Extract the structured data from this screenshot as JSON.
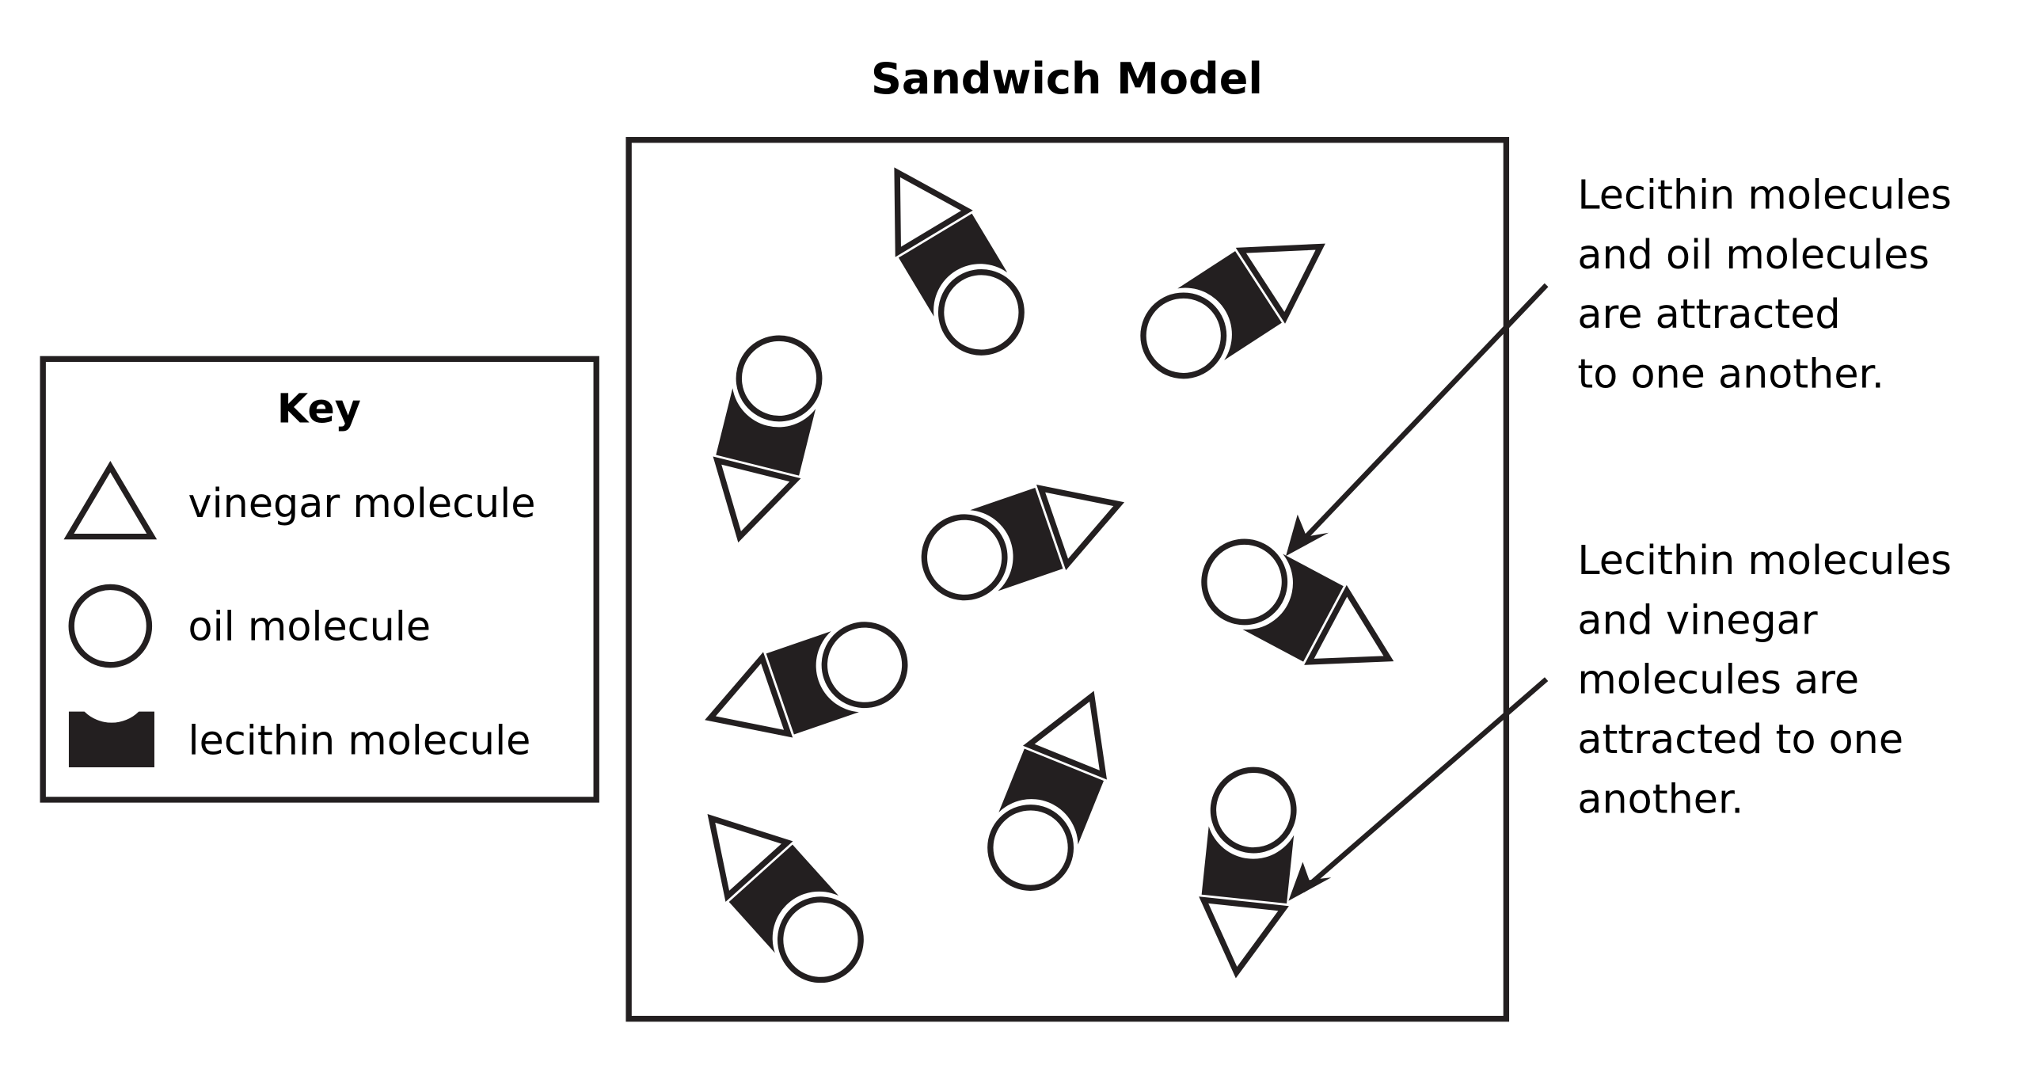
{
  "title": "Sandwich Model",
  "key": {
    "heading": "Key",
    "items": [
      {
        "icon": "triangle-icon",
        "label": "vinegar molecule"
      },
      {
        "icon": "circle-icon",
        "label": "oil molecule"
      },
      {
        "icon": "lecithin-icon",
        "label": "lecithin molecule"
      }
    ]
  },
  "model": {
    "molecule_groups": 9,
    "group_composition": [
      "oil molecule",
      "lecithin molecule",
      "vinegar molecule"
    ]
  },
  "annotations": [
    {
      "lines": [
        "Lecithin molecules",
        "and oil molecules",
        "are attracted",
        "to one another."
      ],
      "points_to": "lecithin-oil contact"
    },
    {
      "lines": [
        "Lecithin molecules",
        "and vinegar",
        "molecules are",
        "attracted to one",
        "another."
      ],
      "points_to": "lecithin-vinegar contact"
    }
  ],
  "colors": {
    "ink": "#231f20",
    "background": "#ffffff"
  }
}
